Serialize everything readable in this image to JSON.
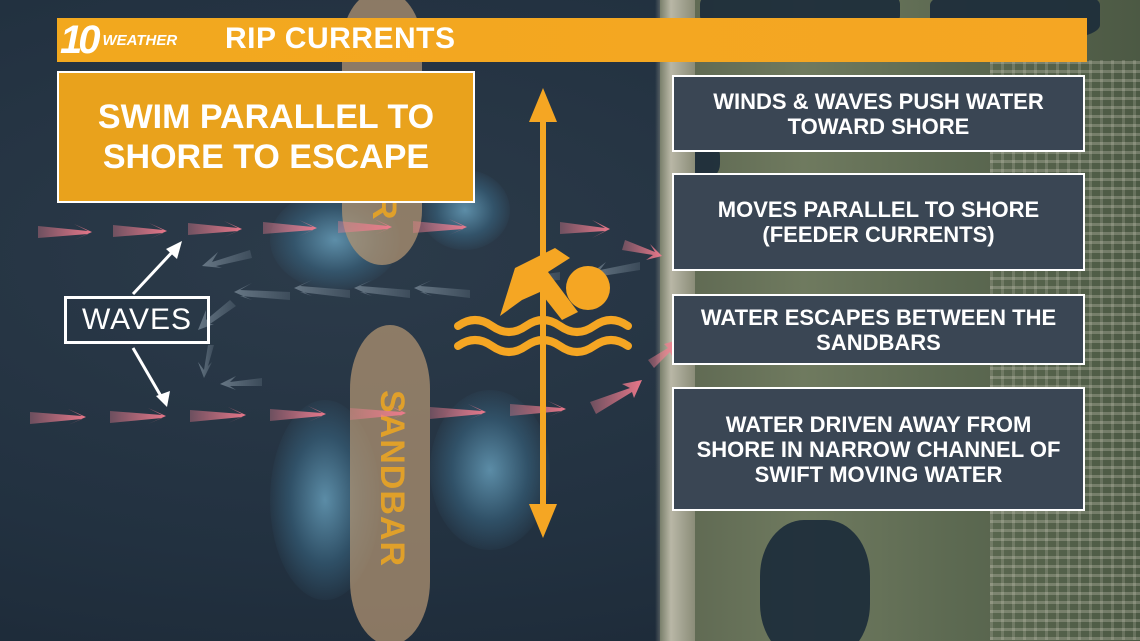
{
  "header": {
    "logo_number": "10",
    "logo_word": "WEATHER",
    "title": "RIP CURRENTS"
  },
  "callout": {
    "text": "SWIM PARALLEL TO SHORE TO ESCAPE"
  },
  "labels": {
    "waves": "WAVES",
    "sandbar_top": "R",
    "sandbar_bottom": "SANDBAR"
  },
  "info_boxes": [
    {
      "text": "WINDS & WAVES PUSH WATER TOWARD SHORE"
    },
    {
      "text": "MOVES PARALLEL TO SHORE (FEEDER CURRENTS)"
    },
    {
      "text": "WATER ESCAPES BETWEEN THE SANDBARS"
    },
    {
      "text": "WATER DRIVEN AWAY FROM SHORE IN NARROW CHANNEL OF SWIFT MOVING WATER"
    }
  ],
  "icons": {
    "swimmer": "swimmer-icon",
    "arrow": "double-arrow-icon"
  },
  "colors": {
    "accent_orange": "#F5A623",
    "box_slate": "#3A4654",
    "wave_arrow_pink": "#F08090",
    "current_arrow_slate": "#5C6B78"
  }
}
